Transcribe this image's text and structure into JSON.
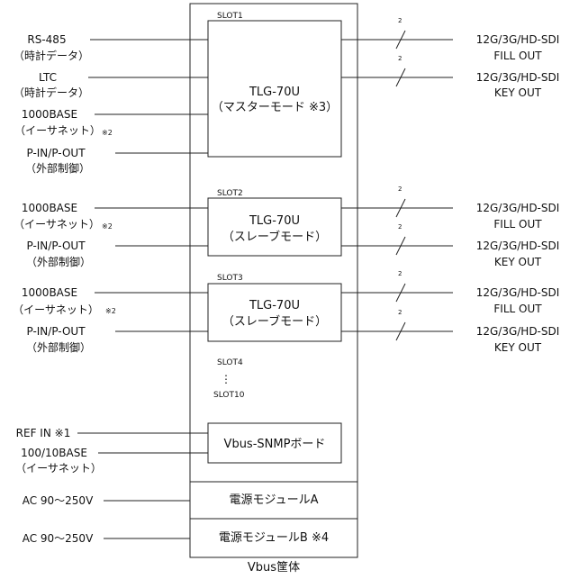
{
  "chassis": {
    "caption": "Vbus筐体"
  },
  "slot_labels": {
    "slot1": "SLOT1",
    "slot2": "SLOT2",
    "slot3": "SLOT3",
    "slot4": "SLOT4",
    "ellipsis": "⋮",
    "slot10": "SLOT10"
  },
  "modules": {
    "master": {
      "line1": "TLG-70U",
      "line2": "（マスターモード ※3）"
    },
    "slave2": {
      "line1": "TLG-70U",
      "line2": "（スレーブモード）"
    },
    "slave3": {
      "line1": "TLG-70U",
      "line2": "（スレーブモード）"
    },
    "snmp": {
      "label": "Vbus-SNMPボード"
    },
    "psu_a": {
      "label": "電源モジュールA"
    },
    "psu_b": {
      "label": "電源モジュールB ※4"
    }
  },
  "inputs": {
    "rs485": {
      "line1": "RS-485",
      "line2": "（時計データ）"
    },
    "ltc": {
      "line1": "LTC",
      "line2": "（時計データ）"
    },
    "eth1": {
      "line1": "1000BASE",
      "line2": "（イーサネット）",
      "note": "※2"
    },
    "pio1": {
      "line1": "P-IN/P-OUT",
      "line2": "（外部制御）"
    },
    "eth2": {
      "line1": "1000BASE",
      "line2": "（イーサネット）",
      "note": "※2"
    },
    "pio2": {
      "line1": "P-IN/P-OUT",
      "line2": "（外部制御）"
    },
    "eth3": {
      "line1": "1000BASE",
      "line2": "（イーサネット）",
      "note": "※2"
    },
    "pio3": {
      "line1": "P-IN/P-OUT",
      "line2": "（外部制御）"
    },
    "refin": {
      "line1": "REF IN ※1"
    },
    "eth_snmp": {
      "line1": "100/10BASE",
      "line2": "（イーサネット）"
    },
    "ac_a": {
      "line1": "AC 90〜250V"
    },
    "ac_b": {
      "line1": "AC 90〜250V"
    }
  },
  "outputs": {
    "s1_fill": {
      "line1": "12G/3G/HD-SDI",
      "line2": "FILL OUT",
      "count": "2"
    },
    "s1_key": {
      "line1": "12G/3G/HD-SDI",
      "line2": "KEY OUT",
      "count": "2"
    },
    "s2_fill": {
      "line1": "12G/3G/HD-SDI",
      "line2": "FILL OUT",
      "count": "2"
    },
    "s2_key": {
      "line1": "12G/3G/HD-SDI",
      "line2": "KEY OUT",
      "count": "2"
    },
    "s3_fill": {
      "line1": "12G/3G/HD-SDI",
      "line2": "FILL OUT",
      "count": "2"
    },
    "s3_key": {
      "line1": "12G/3G/HD-SDI",
      "line2": "KEY OUT",
      "count": "2"
    }
  }
}
